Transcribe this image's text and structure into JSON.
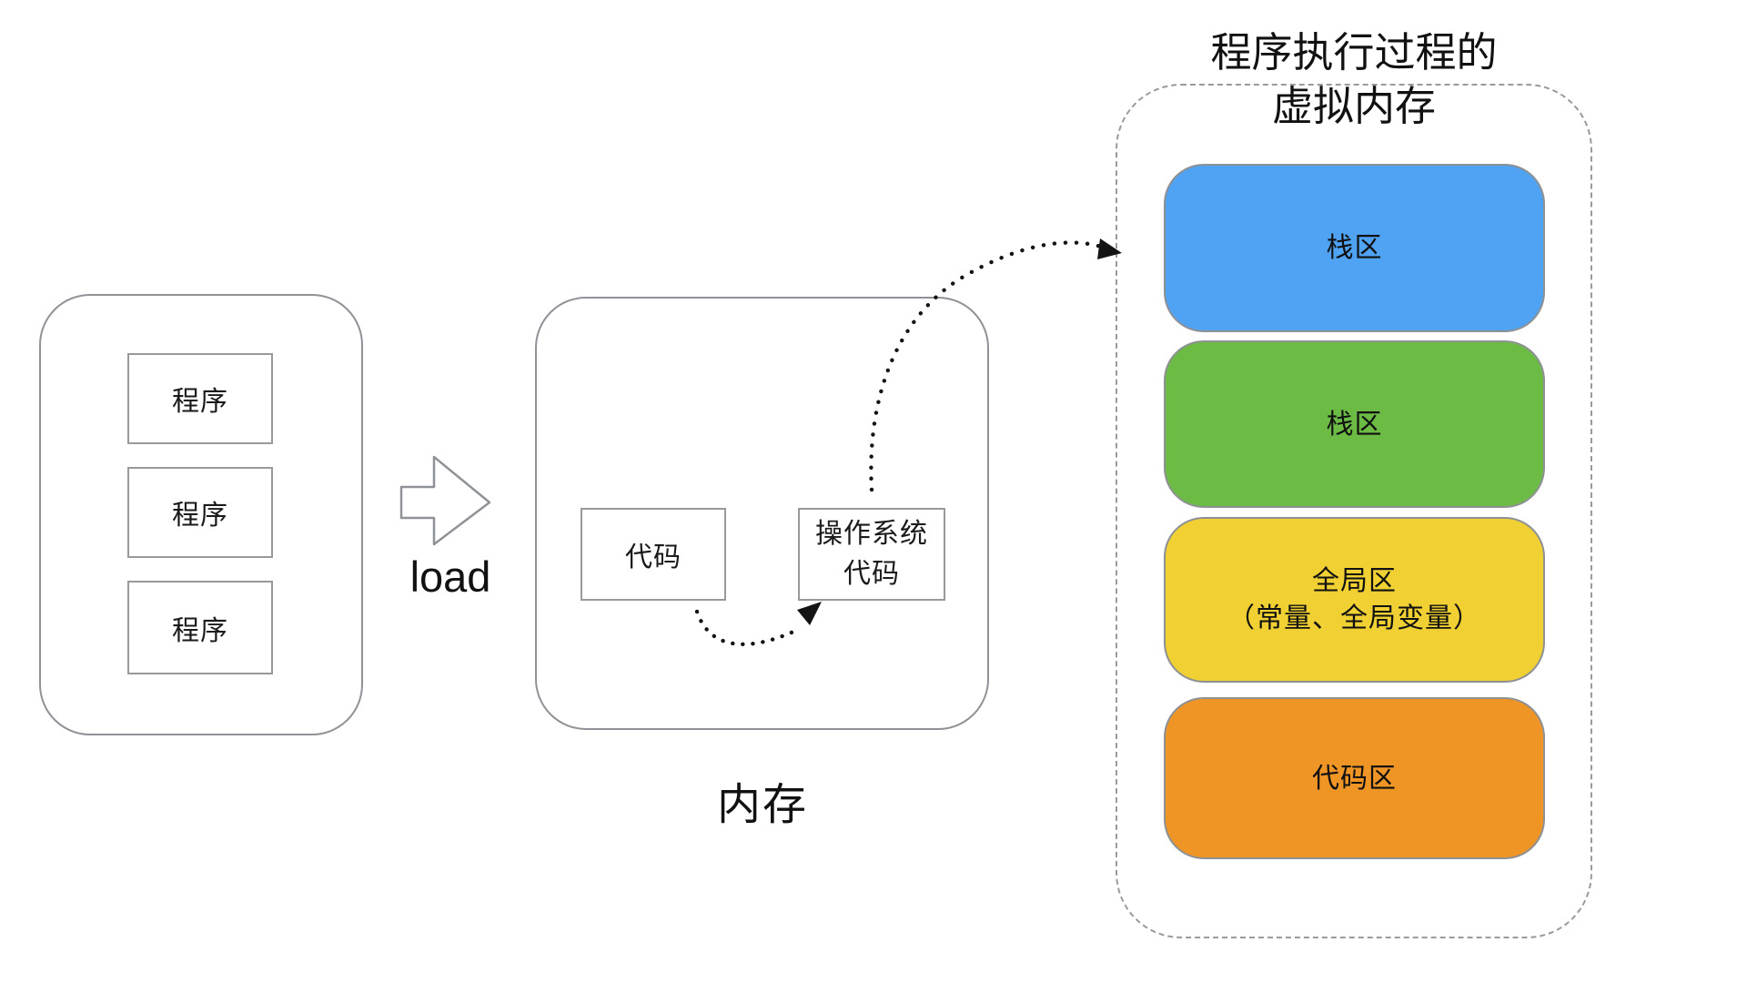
{
  "vm_panel": {
    "title_line1": "程序执行过程的",
    "title_line2": "虚拟内存",
    "segments": [
      {
        "label": "栈区",
        "sublabel": "",
        "color": "#4fa3f2"
      },
      {
        "label": "栈区",
        "sublabel": "",
        "color": "#6cbb45"
      },
      {
        "label": "全局区",
        "sublabel": "（常量、全局变量）",
        "color": "#f0d032"
      },
      {
        "label": "代码区",
        "sublabel": "",
        "color": "#ef9526"
      }
    ]
  },
  "programs_container": {
    "items": [
      "程序",
      "程序",
      "程序"
    ]
  },
  "load_arrow": {
    "label": "load"
  },
  "memory_container": {
    "label": "内存",
    "code_box": "代码",
    "os_box_line1": "操作系统",
    "os_box_line2": "代码"
  },
  "colors": {
    "outline_gray": "#8f9297",
    "dashed_gray": "#9a9a9a",
    "arrow_black": "#141414"
  }
}
